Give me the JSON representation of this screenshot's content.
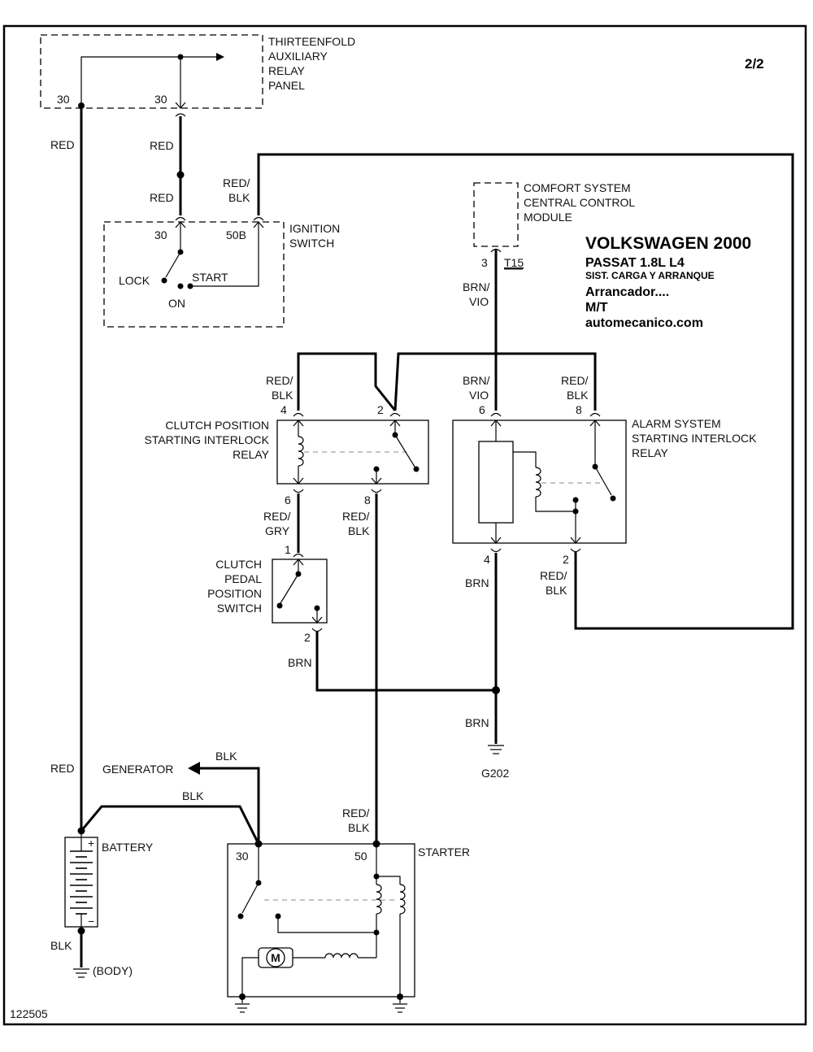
{
  "page_number": "2/2",
  "doc_id": "122505",
  "title": {
    "make_year": "VOLKSWAGEN 2000",
    "model": "PASSAT  1.8L  L4",
    "system": "SIST. CARGA Y ARRANQUE",
    "subsystem": "Arrancador....",
    "transmission": "M/T",
    "website": "automecanico.com"
  },
  "relay_panel": {
    "name_lines": [
      "THIRTEENFOLD",
      "AUXILIARY",
      "RELAY",
      "PANEL"
    ],
    "pin_left": "30",
    "pin_right": "30"
  },
  "ignition_switch": {
    "name_lines": [
      "IGNITION",
      "SWITCH"
    ],
    "pin_30": "30",
    "pin_50b": "50B",
    "pos_lock": "LOCK",
    "pos_on": "ON",
    "pos_start": "START"
  },
  "comfort_module": {
    "name_lines": [
      "COMFORT SYSTEM",
      "CENTRAL CONTROL",
      "MODULE"
    ],
    "pin": "3",
    "connector": "T15"
  },
  "clutch_relay": {
    "name_lines": [
      "CLUTCH POSITION",
      "STARTING INTERLOCK",
      "RELAY"
    ],
    "pin_4": "4",
    "pin_2": "2",
    "pin_6": "6",
    "pin_8": "8"
  },
  "alarm_relay": {
    "name_lines": [
      "ALARM SYSTEM",
      "STARTING INTERLOCK",
      "RELAY"
    ],
    "pin_6": "6",
    "pin_8": "8",
    "pin_4": "4",
    "pin_2": "2"
  },
  "clutch_switch": {
    "name_lines": [
      "CLUTCH",
      "PEDAL",
      "POSITION",
      "SWITCH"
    ],
    "pin_1": "1",
    "pin_2": "2"
  },
  "battery": {
    "name": "BATTERY",
    "plus": "+",
    "minus": "−",
    "ground": "(BODY)"
  },
  "starter": {
    "name": "STARTER",
    "pin_30": "30",
    "pin_50": "50",
    "motor": "M"
  },
  "generator": "GENERATOR",
  "ground_g202": "G202",
  "wire_labels": {
    "red": "RED",
    "red_blk": [
      "RED/",
      "BLK"
    ],
    "red_gry": [
      "RED/",
      "GRY"
    ],
    "brn": "BRN",
    "brn_vio": [
      "BRN/",
      "VIO"
    ],
    "blk": "BLK"
  }
}
